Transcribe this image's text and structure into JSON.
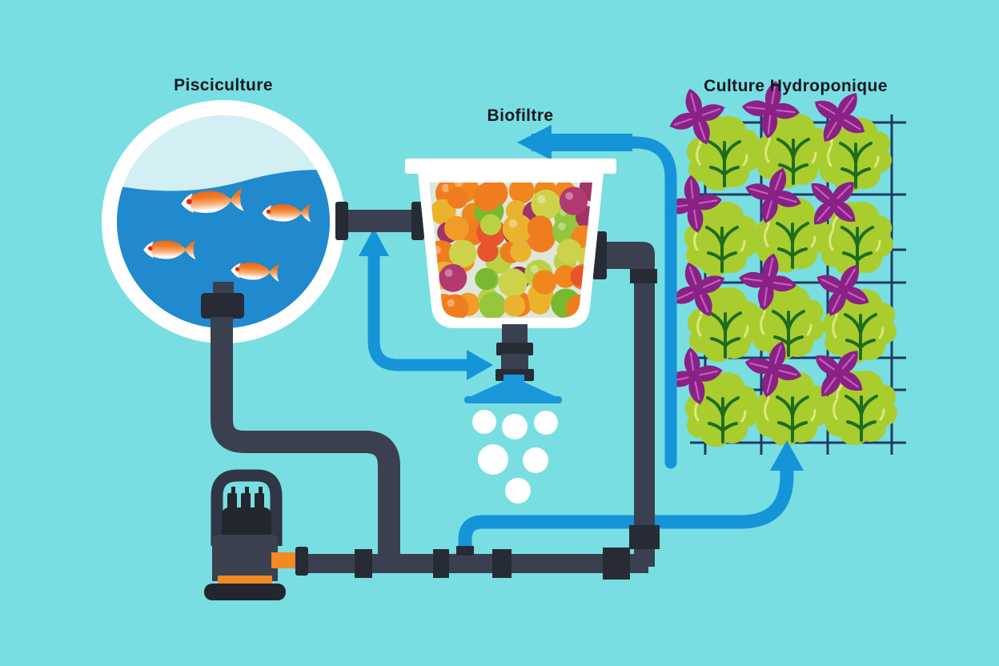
{
  "labels": {
    "pisciculture": "Pisciculture",
    "biofiltre": "Biofiltre",
    "hydroponique": "Culture Hydroponique"
  },
  "colors": {
    "background": "#78dee2",
    "text": "#181820",
    "water": "#2189cd",
    "tank_ring": "#ffffff",
    "tank_air": "#d2eff4",
    "arrow": "#1594d8",
    "pipe": "#3a4050",
    "pipe_joint": "#262b36",
    "container": "#ffffff",
    "container_fill": "#dfe6da",
    "funnel": "#1b98da",
    "pump_body": "#3b414e",
    "pump_dark": "#23262e",
    "pump_handle": "#303645",
    "pump_accent": "#ef8a24",
    "lettuce": "#a9cd2f",
    "lettuce_light": "#dcea7d",
    "lettuce_vein": "#1d6c1f",
    "basil": "#8a2185",
    "basil_light": "#c45ec0",
    "grid": "#1c3a66",
    "fish_eye": "#e62517",
    "droplet": "#ffffff"
  },
  "fish_tank": {
    "fish_count": 4
  },
  "biofilter": {
    "ball_palette": [
      "#ef7d1f",
      "#f0871c",
      "#f29b28",
      "#e8552c",
      "#a03467",
      "#8e2d5f",
      "#b23a71",
      "#94c63c",
      "#b9d244",
      "#79b930",
      "#cdd24a",
      "#eab32e",
      "#ef7d1f",
      "#94c63c",
      "#a03467",
      "#f0871c"
    ]
  },
  "sprinkler": {
    "droplets": [
      [
        605,
        527,
        15
      ],
      [
        643,
        533,
        16
      ],
      [
        682,
        528,
        15
      ],
      [
        616,
        574,
        19
      ],
      [
        669,
        575,
        16
      ],
      [
        647,
        613,
        16
      ]
    ]
  },
  "hydroponics": {
    "plant_columns": 3,
    "plant_rows": 4,
    "column_x": [
      905,
      988,
      1071
    ],
    "row_y": [
      192,
      296,
      406,
      511
    ],
    "grid_vertical_x": [
      881,
      951,
      1034,
      1114
    ],
    "grid_horizontal_y": [
      153,
      243,
      312,
      353,
      447,
      487,
      553
    ]
  }
}
